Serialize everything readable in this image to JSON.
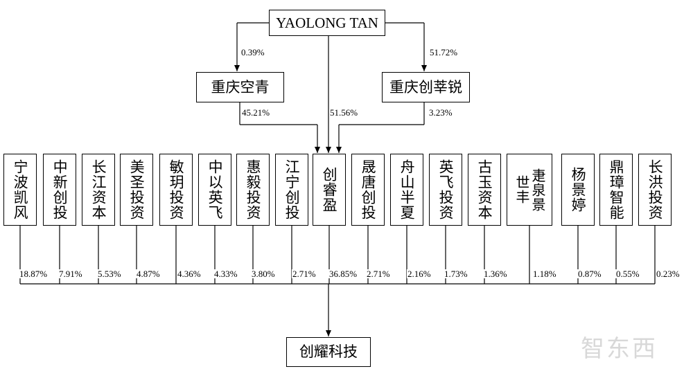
{
  "top_holder": "YAOLONG TAN",
  "mid_left": {
    "name": "重庆空青",
    "top_pct": "0.39%",
    "out_pct": "45.21%"
  },
  "mid_right": {
    "name": "重庆创莘锐",
    "top_pct": "51.72%",
    "out_pct": "3.23%"
  },
  "direct_pct": "51.56%",
  "shareholders": [
    {
      "name": "宁波凯风",
      "pct": "18.87%"
    },
    {
      "name": "中新创投",
      "pct": "7.91%"
    },
    {
      "name": "长江资本",
      "pct": "5.53%"
    },
    {
      "name": "美圣投资",
      "pct": "4.87%"
    },
    {
      "name": "敏玥投资",
      "pct": "4.36%"
    },
    {
      "name": "中以英飞",
      "pct": "4.33%"
    },
    {
      "name": "惠毅投资",
      "pct": "3.80%"
    },
    {
      "name": "江宁创投",
      "pct": "2.71%"
    },
    {
      "name": "创睿盈",
      "pct": "36.85%"
    },
    {
      "name": "晟唐创投",
      "pct": "2.71%"
    },
    {
      "name": "舟山半夏",
      "pct": "2.16%"
    },
    {
      "name": "英飞投资",
      "pct": "1.73%"
    },
    {
      "name": "古玉资本",
      "pct": "1.36%"
    },
    {
      "name": "疌泉景世丰",
      "pct": "1.18%"
    },
    {
      "name": "杨景婷",
      "pct": "0.87%"
    },
    {
      "name": "鼎璋智能",
      "pct": "0.55%"
    },
    {
      "name": "长洪投资",
      "pct": "0.23%"
    }
  ],
  "target": "创耀科技",
  "watermark": "智东西"
}
